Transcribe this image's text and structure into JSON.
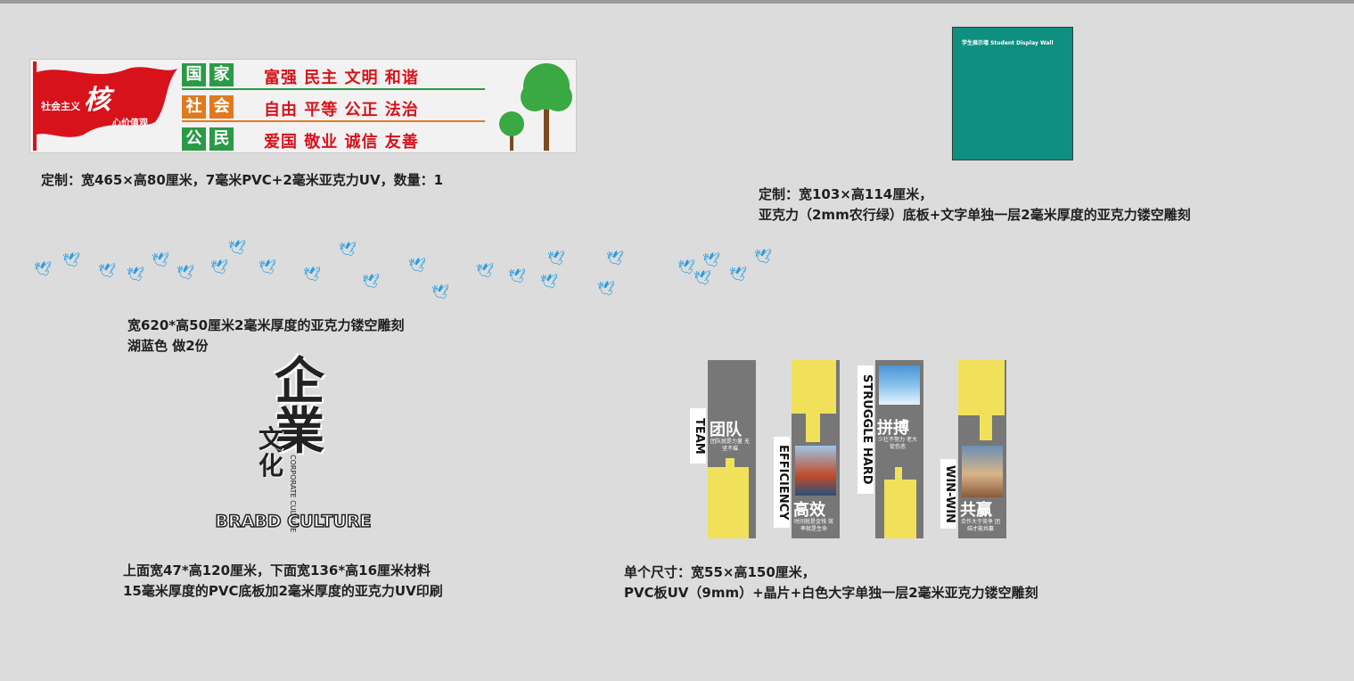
{
  "banner": {
    "flag_prefix": "社会主义",
    "flag_core": "核",
    "flag_suffix": "心价值观",
    "rows": [
      {
        "label": [
          "国",
          "家"
        ],
        "words": "富强 民主 文明 和谐",
        "line_color": "#2b9a47"
      },
      {
        "label": [
          "社",
          "会"
        ],
        "words": "自由 平等 公正 法治",
        "line_color": "#e07a1f"
      },
      {
        "label": [
          "公",
          "民"
        ],
        "words": "爱国 敬业 诚信 友善",
        "line_color": "#2b9a47"
      }
    ],
    "caption": "定制：宽465×高80厘米，7毫米PVC+2毫米亚克力UV，数量：1",
    "colors": {
      "red": "#d8121b",
      "green": "#2b9a47",
      "tree": "#3aa843"
    }
  },
  "board": {
    "title": "学生展示墙 Student Display Wall",
    "color": "#0e8f80",
    "caption_line1": "定制：宽103×高114厘米，",
    "caption_line2": "亚克力（2mm农行绿）底板+文字单独一层2毫米厚度的亚克力镂空雕刻"
  },
  "birds": {
    "icon": "bird-icon",
    "color": "#2a9de0",
    "caption_line1": "宽620*高50厘米2毫米厚度的亚克力镂空雕刻",
    "caption_line2": "湖蓝色 做2份"
  },
  "enterprise": {
    "big_chars": "企業",
    "small_chars": "文化",
    "english_vertical": "CORPORATE CULTURE",
    "brand": "BRABD CULTURE",
    "caption_line1": "上面宽47*高120厘米，下面宽136*高16厘米材料",
    "caption_line2": "15毫米厚度的PVC底板加2毫米厚度的亚克力UV印刷"
  },
  "pillars": {
    "items": [
      {
        "side": "TEAM",
        "title": "团队",
        "sub": "团队就是力量 无坚不摧"
      },
      {
        "side": "EFFICIENCY",
        "title": "高效",
        "sub": "时间就是金钱 效率就是生命"
      },
      {
        "side": "STRUGGLE HARD",
        "title": "拼搏",
        "sub": "少壮不努力 老大徒伤悲"
      },
      {
        "side": "WIN-WIN",
        "title": "共赢",
        "sub": "合作大于竞争 团结才能共赢"
      }
    ],
    "colors": {
      "gray": "#777777",
      "yellow": "#f1e15a"
    },
    "caption_line1": "单个尺寸：宽55×高150厘米，",
    "caption_line2": "PVC板UV（9mm）+晶片+白色大字单独一层2毫米亚克力镂空雕刻"
  }
}
